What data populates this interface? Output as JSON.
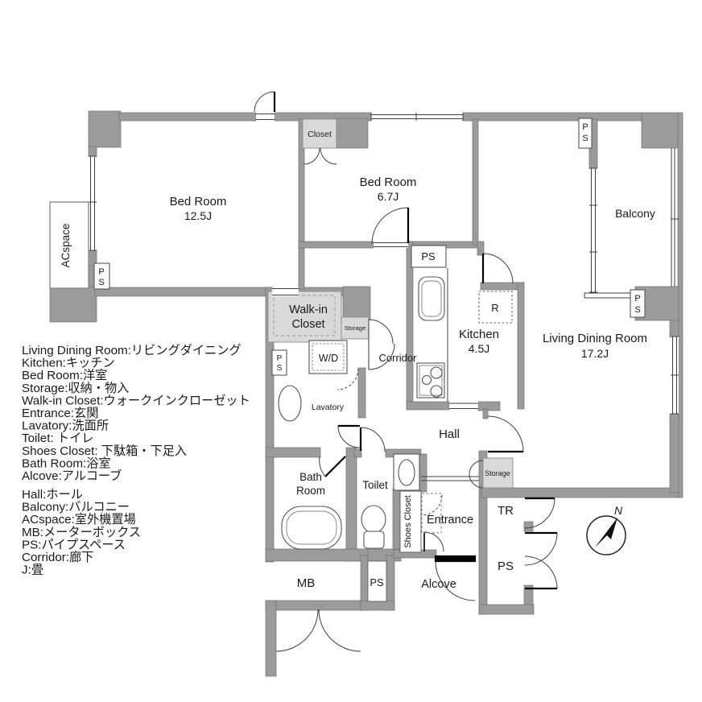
{
  "plan": {
    "type": "apartment-floor-plan",
    "colors": {
      "wall": "#9b9b9b",
      "closet_fill": "#d9d9d9",
      "line": "#3f3f3f",
      "text": "#1a1a1a"
    },
    "labels": {
      "bedroom_name": "Bed Room",
      "bedroom1_size": "12.5J",
      "bedroom2_size": "6.7J",
      "kitchen_name": "Kitchen",
      "kitchen_size": "4.5J",
      "ldr_name": "Living Dining Room",
      "ldr_size": "17.2J",
      "balcony": "Balcony",
      "hall": "Hall",
      "corridor": "Corridor",
      "lavatory": "Lavatory",
      "wic_line1": "Walk-in",
      "wic_line2": "Closet",
      "wd": "W/D",
      "closet": "Closet",
      "storage": "Storage",
      "toilet": "Toilet",
      "bath_line1": "Bath",
      "bath_line2": "Room",
      "entrance": "Entrance",
      "alcove": "Alcove",
      "shoes_closet": "Shoes Closet",
      "acspace": "ACspace",
      "mb": "MB",
      "tr": "TR",
      "ps": "PS",
      "p": "P",
      "s": "S",
      "r": "R"
    },
    "compass": {
      "north": "N"
    },
    "legend": {
      "items": [
        "Living Dining Room:リビングダイニング",
        "Kitchen:キッチン",
        "Bed Room:洋室",
        "Storage:収納・物入",
        "Walk-in Closet:ウォークインクローゼット",
        "Entrance:玄関",
        "Lavatory:洗面所",
        "Toilet: トイレ",
        "Shoes Closet: 下駄箱・下足入",
        "Bath Room:浴室",
        "Alcove:アルコーブ",
        "Hall:ホール",
        "Balcony:バルコニー",
        "ACspace:室外機置場",
        "MB:メーターボックス",
        "PS:パイプスペース",
        "Corridor:廊下",
        "J:畳"
      ]
    }
  }
}
